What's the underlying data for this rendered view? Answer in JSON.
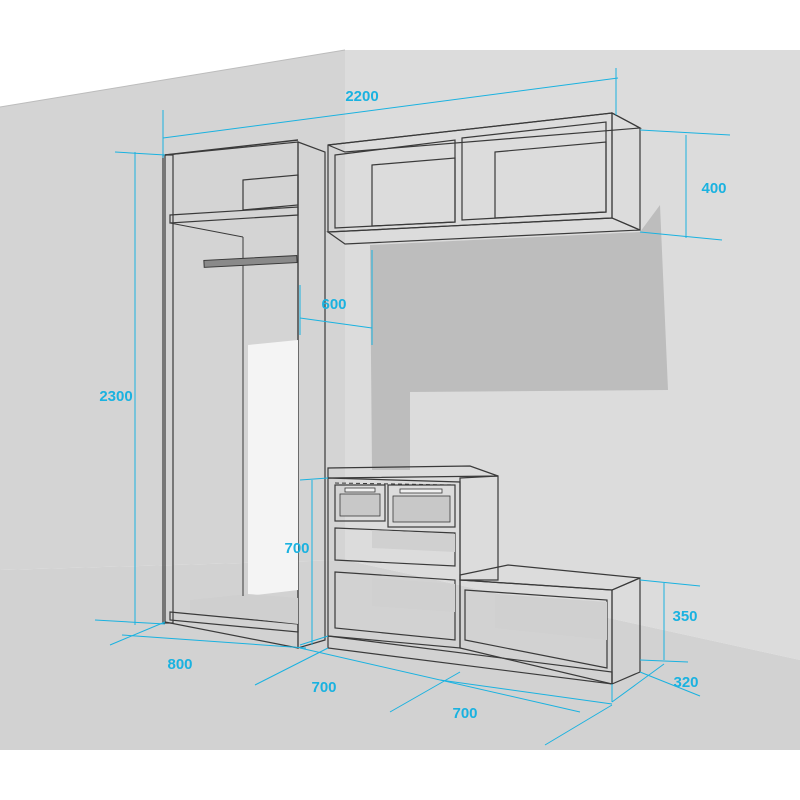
{
  "dimensions": {
    "total_width": "2200",
    "height": "2300",
    "wardrobe_depth": "600",
    "upper_shelf_height": "400",
    "drawer_unit_height": "700",
    "bench_height": "350",
    "bench_depth": "320",
    "wardrobe_width": "800",
    "drawer_unit_width": "700",
    "bench_width": "700"
  },
  "colors": {
    "dimension": "#1ab2e0",
    "wall": "#d7d7d7",
    "wall_light": "#e4e4e4",
    "floor": "#d2d2d2",
    "panel": "#cfcfcf",
    "panel_light": "#e6e6e6",
    "interior": "#c9c9c9",
    "shadow": "#bdbdbd",
    "edge": "#3a3a3a"
  }
}
